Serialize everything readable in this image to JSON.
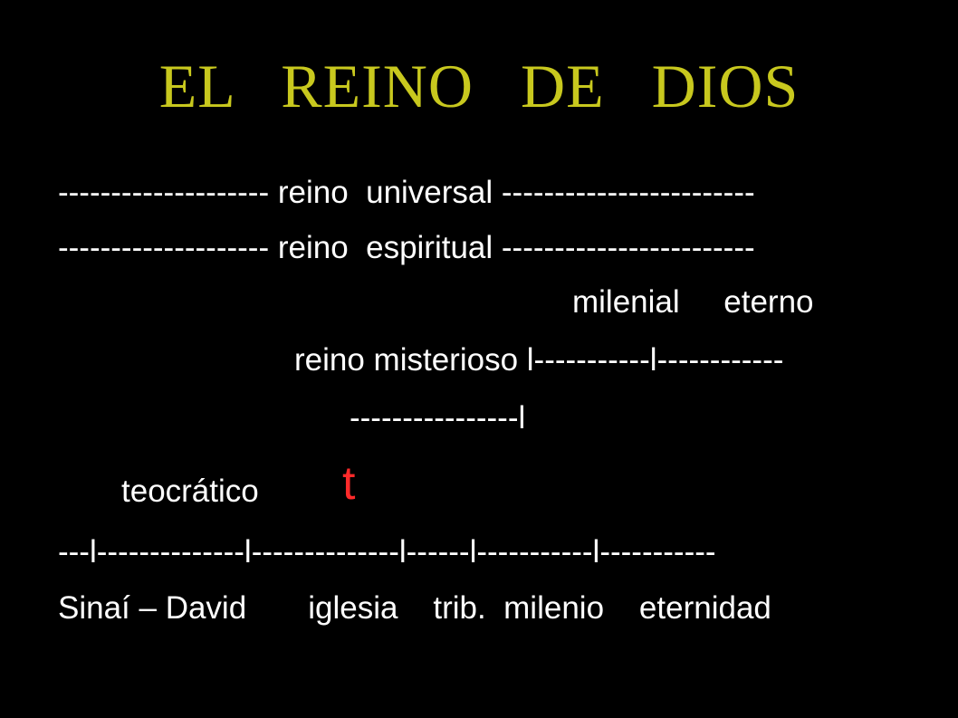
{
  "title": "EL  REINO  DE  DIOS",
  "colors": {
    "background": "#000000",
    "title": "#c8c81e",
    "text": "#ffffff",
    "marker": "#ff2a2a"
  },
  "lines": {
    "universal": "-------------------- reino  universal ------------------------",
    "espiritual": "-------------------- reino  espiritual ------------------------",
    "milenial_eterno": "milenial     eterno",
    "misterioso": "reino misterioso l-----------l------------",
    "misterioso_end": "----------------l",
    "teocratico": "teocrático",
    "timeline": "---l--------------l--------------l------l-----------l-----------",
    "eras": "Sinaí – David       iglesia    trib.  milenio    eternidad"
  },
  "marker": "t"
}
